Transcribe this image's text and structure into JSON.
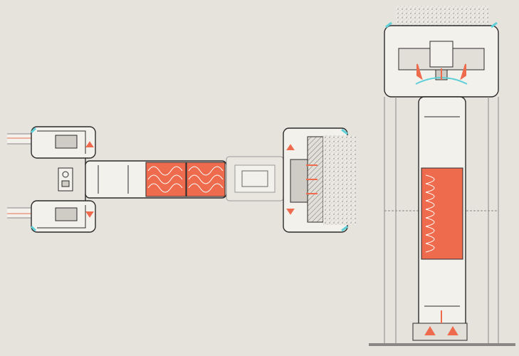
{
  "diagram": {
    "kind": "technical-section-drawing",
    "views": [
      "horizontal-section",
      "vertical-section"
    ],
    "colors": {
      "background": "#e6e2dc",
      "line": "#2b2b2b",
      "profile_fill": "#f3f1ec",
      "gray_fill": "#cfcbc5",
      "insulation": "#ee6b4d",
      "insulation_hatch": "#ffffff",
      "gasket": "#5fd0d8",
      "concrete": "#e9e6e0",
      "screw": "#ee6b4d"
    }
  }
}
